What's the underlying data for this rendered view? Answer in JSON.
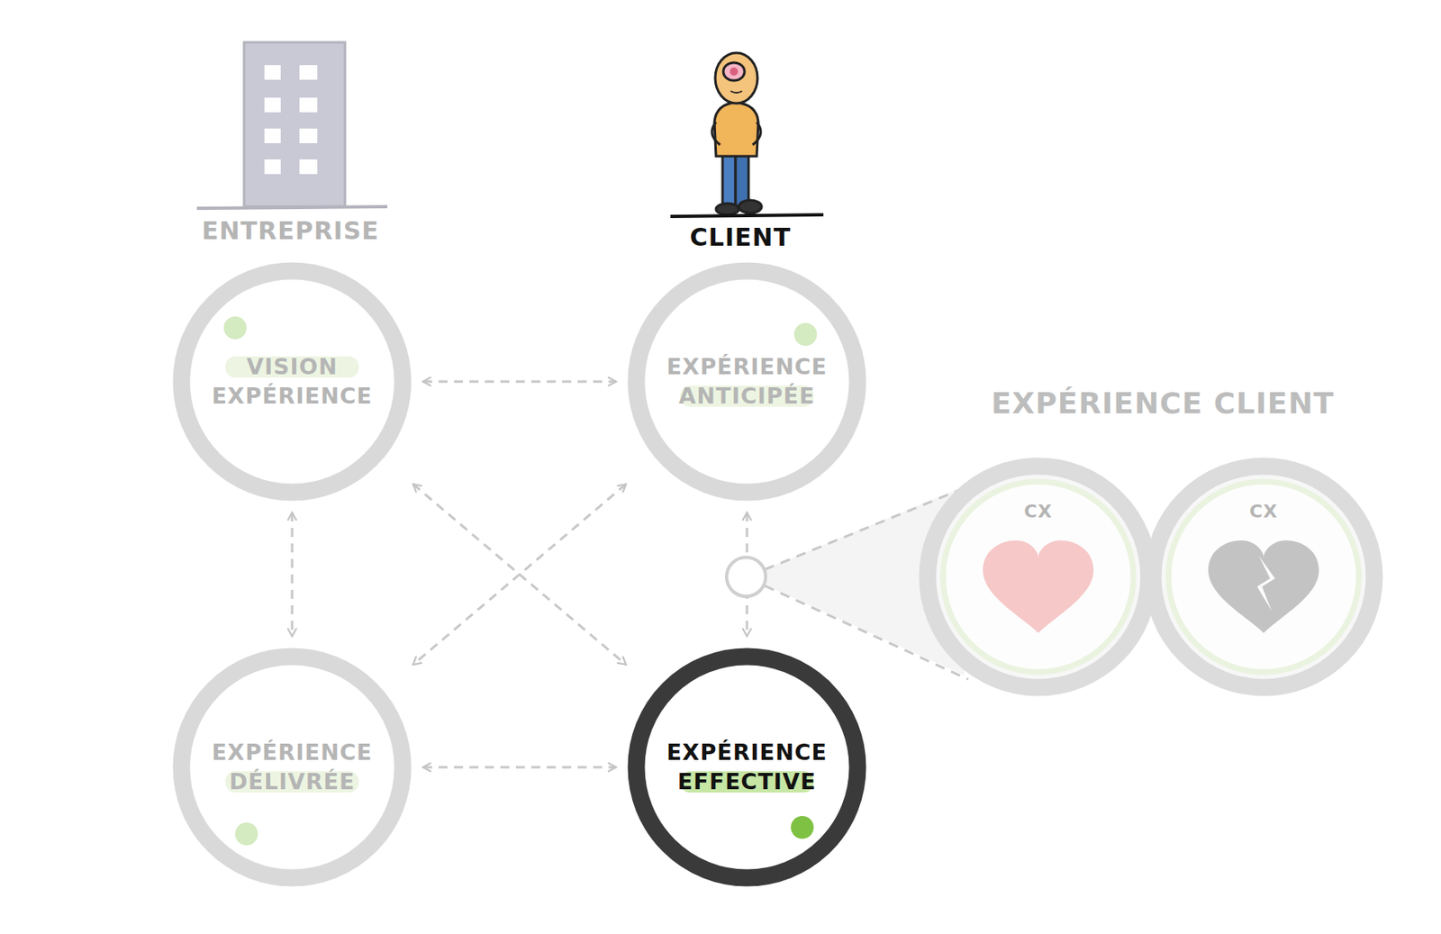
{
  "diagram": {
    "nodes": [
      {
        "text": [
          "VISION EXPÉRIENCE"
        ]
      },
      {
        "text": [
          "EXPÉRIENCE ANTICIPÉE"
        ]
      },
      {
        "text": [
          "EXPÉRIENCE DÉLIVRÉE"
        ]
      },
      {
        "text": [
          "EXPÉRIENCE EFFECTIVE"
        ]
      },
      {
        "text": [
          "CX"
        ]
      },
      {
        "text": [
          "CX"
        ]
      }
    ],
    "edges": [
      {
        "from": 0,
        "to": 1,
        "arrow": "both"
      },
      {
        "from": 0,
        "to": 2,
        "arrow": "both"
      },
      {
        "from": 0,
        "to": 3,
        "arrow": "both"
      },
      {
        "from": 1,
        "to": 2,
        "arrow": "both"
      },
      {
        "from": 1,
        "to": 3,
        "arrow": "both"
      },
      {
        "from": 2,
        "to": 3,
        "arrow": "both"
      }
    ],
    "labels": [
      "ENTREPRISE",
      "CLIENT",
      "EXPÉRIENCE CLIENT"
    ]
  }
}
